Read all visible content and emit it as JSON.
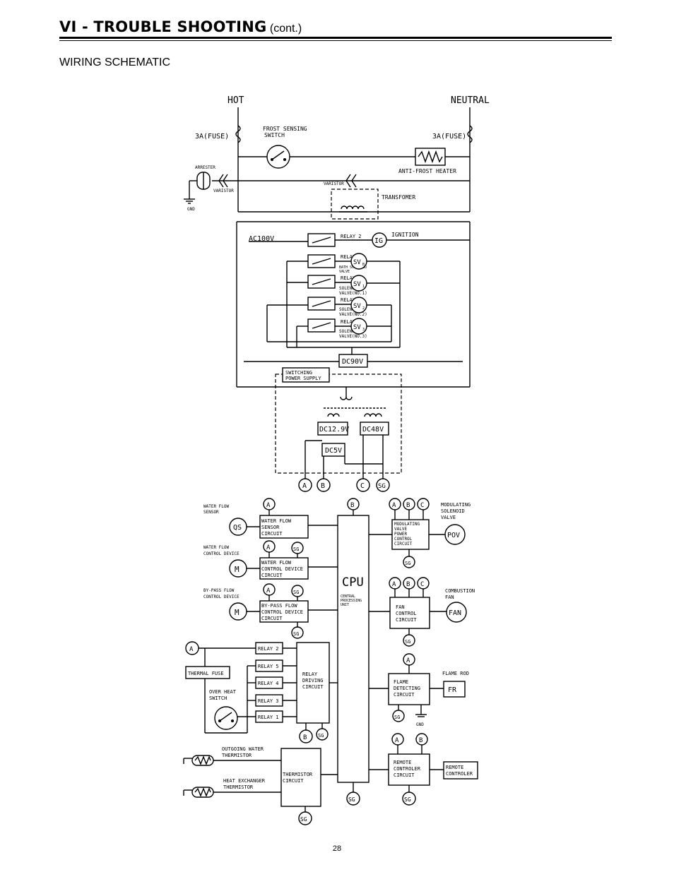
{
  "header": {
    "title": "VI - TROUBLE SHOOTING",
    "cont": "(cont.)"
  },
  "subtitle": "WIRING SCHEMATIC",
  "page_number": "28",
  "schematic": {
    "hot": "HOT",
    "neutral": "NEUTRAL",
    "fuse_left": "3A(FUSE)",
    "fuse_right": "3A(FUSE)",
    "frost_switch": [
      "FROST SENSING",
      "SWITCH"
    ],
    "arrester": "ARRESTER",
    "varistor_left": "VARISTOR",
    "varistor_mid": "VARISTOR",
    "gnd_top": "GND",
    "anti_frost": "ANTI-FROST HEATER",
    "transformer": "TRANSFOMER",
    "ac100v": "AC100V",
    "relay2": "RELAY 2",
    "ignition": "IGNITION",
    "ig": "IG",
    "relay5": "RELAY 5",
    "bath_sv": [
      "BATH SOLENOID",
      "VALVE"
    ],
    "relay4": "RELAY 4",
    "sv_no1": [
      "SOLENOID",
      "VALVE(NO.1)"
    ],
    "relay3": "RELAY 3",
    "sv_no2": [
      "SOLENOID",
      "VALVE(NO.2)"
    ],
    "relay1": "RELAY 1",
    "sv_no3": [
      "SOLENOID",
      "VALVE(NO.3)"
    ],
    "sv_labels": [
      "SV",
      "SV",
      "SV",
      "SV"
    ],
    "sv_subs": [
      "B",
      "1",
      "2",
      "3"
    ],
    "dc90v": "DC90V",
    "switching": [
      "SWITCHING",
      "POWER SUPPLY"
    ],
    "dc129v": "DC12.9V",
    "dc48v": "DC48V",
    "dc5v": "DC5V",
    "term_a": "A",
    "term_b": "B",
    "term_c": "C",
    "term_sg": "SG",
    "wf_sensor": [
      "WATER FLOW",
      "SENSOR"
    ],
    "qs": "QS",
    "wf_sensor_circuit": [
      "WATER FLOW",
      "SENSOR",
      "CIRCUIT"
    ],
    "wf_control": [
      "WATER FLOW",
      "CONTROL DEVICE"
    ],
    "m": "M",
    "wf_control_circuit": [
      "WATER FLOW",
      "CONTROL DEVICE",
      "CIRCUIT"
    ],
    "bypass": [
      "BY-PASS FLOW",
      "CONTROL DEVICE"
    ],
    "bypass_circuit": [
      "BY-PASS FLOW",
      "CONTROL DEVICE",
      "CIRCUIT"
    ],
    "cpu": "CPU",
    "cpu_sub": [
      "CENTRAL",
      "PROCESSING",
      "UNIT"
    ],
    "mod_valve": [
      "MODULATING",
      "SOLENOID",
      "VALVE"
    ],
    "mod_circuit": [
      "MODULATING",
      "VALVE",
      "POWER",
      "CONTROL",
      "CIRCUIT"
    ],
    "pov": "POV",
    "comb_fan": [
      "COMBUSTION",
      "FAN"
    ],
    "fan_circuit": [
      "FAN",
      "CONTROL",
      "CIRCUIT"
    ],
    "fan": "FAN",
    "thermal_fuse": "THERMAL FUSE",
    "overheat": [
      "OVER HEAT",
      "SWITCH"
    ],
    "relays": [
      "RELAY 2",
      "RELAY 5",
      "RELAY 4",
      "RELAY 3",
      "RELAY 1"
    ],
    "relay_driving": [
      "RELAY",
      "DRIVING",
      "CIRCUIT"
    ],
    "flame_rod": "FLAME ROD",
    "fr": "FR",
    "flame_circuit": [
      "FLAME",
      "DETECTING",
      "CIRCUIT"
    ],
    "gnd_bottom": "GND",
    "out_thermistor": [
      "OUTGOING WATER",
      "THERMISTOR"
    ],
    "hx_thermistor": [
      "HEAT EXCHANGER",
      "THERMISTOR"
    ],
    "thermistor_circuit": [
      "THERMISTOR",
      "CIRCUIT"
    ],
    "remote_circuit": [
      "REMOTE",
      "CONTROLER",
      "CIRCUIT"
    ],
    "remote": [
      "REMOTE",
      "CONTROLER"
    ]
  }
}
